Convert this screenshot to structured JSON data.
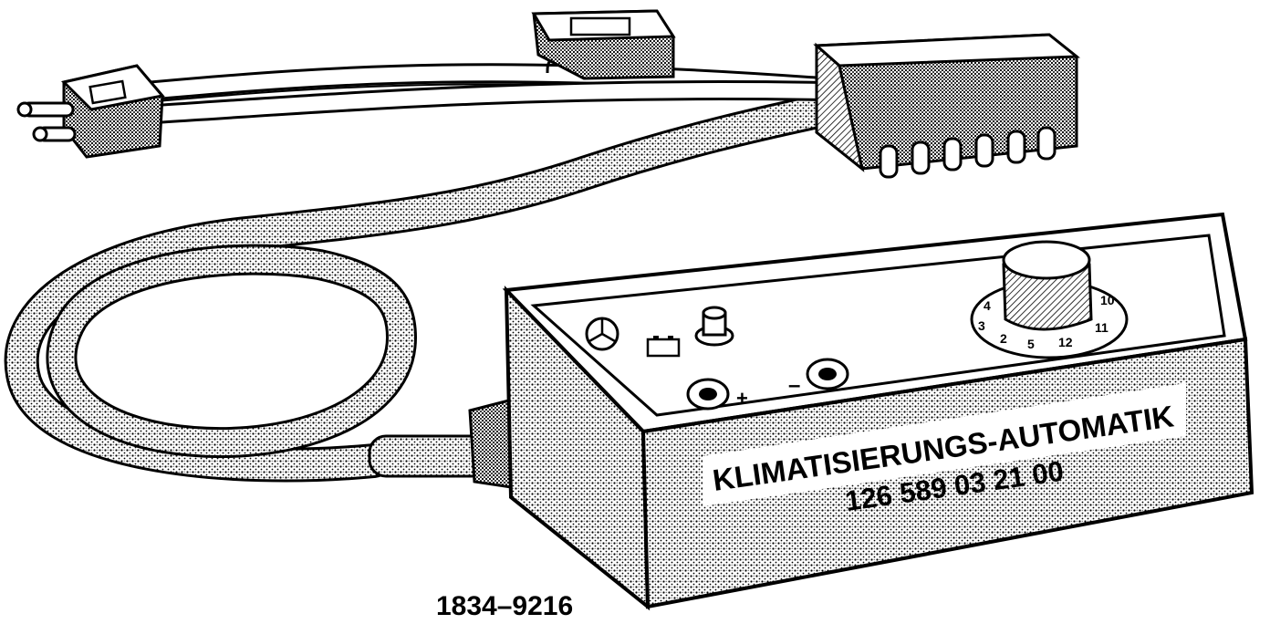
{
  "device": {
    "label_line1": "KLIMATISIERUNGS-AUTOMATIK",
    "label_line2": "126 589 03 21 00",
    "polarity_plus": "+",
    "polarity_minus": "–",
    "dial_numbers": [
      "3",
      "2",
      "5",
      "12",
      "11",
      "4",
      "10"
    ]
  },
  "figure": {
    "reference_number": "1834–9216"
  },
  "colors": {
    "ink": "#000000",
    "paper": "#ffffff",
    "stipple": "#8a8a8a"
  }
}
